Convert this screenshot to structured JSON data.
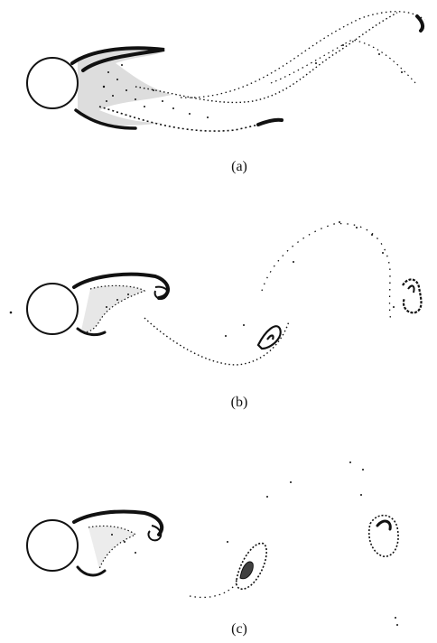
{
  "figure": {
    "panels": [
      {
        "label": "(a)"
      },
      {
        "label": "(b)"
      },
      {
        "label": "(c)"
      }
    ],
    "ink_color": "#111111",
    "background": "#ffffff"
  }
}
